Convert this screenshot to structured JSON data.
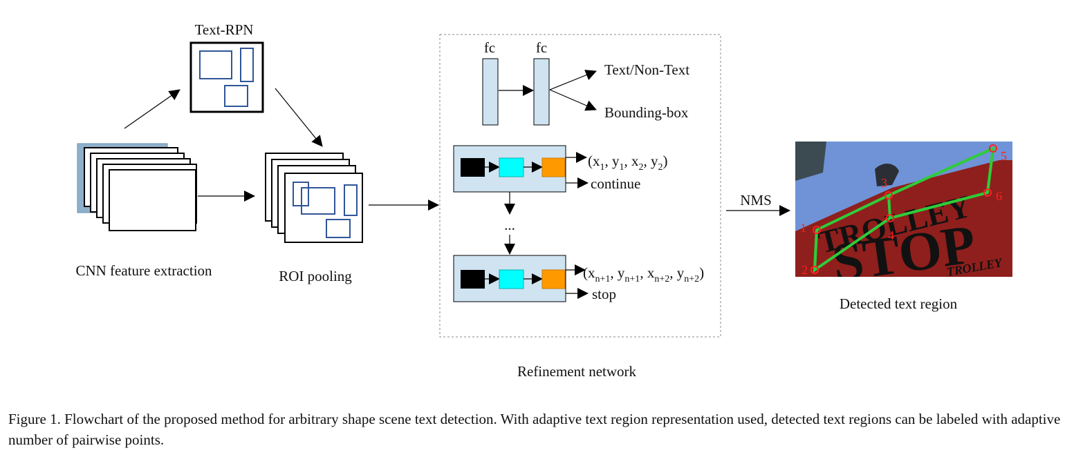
{
  "diagram": {
    "text_rpn_label": "Text-RPN",
    "cnn_label": "CNN feature extraction",
    "roi_label": "ROI pooling",
    "fc1_label": "fc",
    "fc2_label": "fc",
    "text_nontext_label": "Text/Non-Text",
    "bbox_label": "Bounding-box",
    "coords_top": {
      "open": "(x",
      "s1": "1",
      "c1": ", y",
      "s2": "1",
      "c2": ", x",
      "s3": "2",
      "c3": ", y",
      "s4": "2",
      "close": ")"
    },
    "continue_label": "continue",
    "ellipsis": "...",
    "coords_bottom": {
      "open": "(x",
      "s1": "n+1",
      "c1": ", y",
      "s2": "n+1",
      "c2": ", x",
      "s3": "n+2",
      "c3": ", y",
      "s4": "n+2",
      "close": ")"
    },
    "stop_label": "stop",
    "refinement_label": "Refinement network",
    "nms_label": "NMS",
    "detected_label": "Detected text region",
    "photo_text": {
      "line1": "TROLLEY",
      "line2": "STOP",
      "line3": "TROLLEY"
    },
    "point_labels": [
      "1",
      "2",
      "3",
      "4",
      "5",
      "6"
    ]
  },
  "colors": {
    "fc_fill": "#cfe3f1",
    "rnn_fill": "#cfe3f1",
    "cell_black": "#000000",
    "cell_cyan": "#00ffff",
    "cell_orange": "#ff9900",
    "box_blue": "#2f5597",
    "sky": "#6f93d6",
    "sign_red": "#8f1f1c",
    "sign_text": "#d9a441",
    "polygon_green": "#2ecc3a",
    "point_red": "#ff2020"
  },
  "caption": "Figure 1. Flowchart of the proposed method for arbitrary shape scene text detection. With adaptive text region representation used, detected text regions can be labeled with adaptive number of pairwise points."
}
